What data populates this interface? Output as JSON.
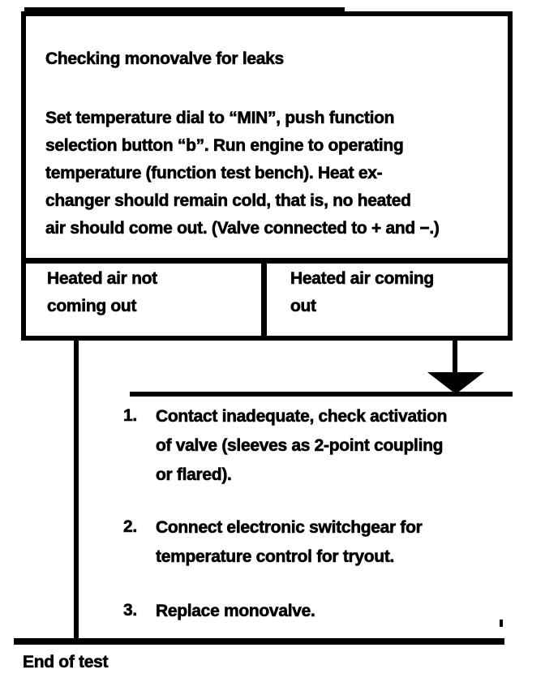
{
  "page": {
    "background_color": "#ffffff",
    "ink_color": "#000000"
  },
  "flowchart": {
    "title": "Checking monovalve for leaks",
    "instructions": "Set temperature dial to “MIN”, push function\nselection button “b”. Run engine to operating\ntemperature (function test bench). Heat ex-\nchanger should remain cold, that is, no heated\nair should come out. (Valve connected to + and −.)",
    "outcomes": {
      "left": "Heated air not\ncoming out",
      "right": "Heated air coming\nout"
    },
    "remedies": [
      {
        "number": "1.",
        "text": "Contact inadequate, check activation\nof valve (sleeves as 2-point coupling\nor flared)."
      },
      {
        "number": "2.",
        "text": "Connect electronic switchgear for\ntemperature control for tryout."
      },
      {
        "number": "3.",
        "text": "Replace monovalve."
      }
    ],
    "footer": "End of test"
  }
}
